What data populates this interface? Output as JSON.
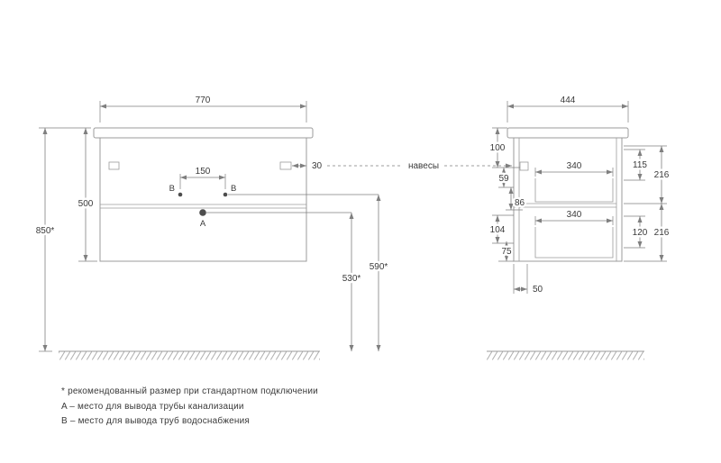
{
  "front_view": {
    "dim_width": "770",
    "dim_height": "500",
    "dim_total_height": "850*",
    "dim_faucet_spacing": "150",
    "dim_hanger_offset": "30",
    "dim_drain_height": "530*",
    "dim_supply_height": "590*",
    "point_a_label": "A",
    "point_b_left_label": "B",
    "point_b_right_label": "B"
  },
  "side_view": {
    "dim_depth": "444",
    "dim_top_to_hanger": "100",
    "dim_hanger_zone": "59",
    "dim_siphon_gap": "86",
    "dim_lower_back": "104",
    "dim_bottom_clearance": "75",
    "dim_back_offset": "50",
    "top_drawer": {
      "dim_width": "340",
      "dim_inner_height": "115",
      "dim_front_height": "216"
    },
    "bottom_drawer": {
      "dim_width": "340",
      "dim_inner_height": "120",
      "dim_front_height": "216"
    }
  },
  "annotations": {
    "hangers_label": "навесы"
  },
  "footnotes": {
    "recommended": "* рекомендованный размер при стандартном подключении",
    "point_a": "A – место для вывода трубы канализации",
    "point_b": "B – место для вывода труб водоснабжения"
  },
  "colors": {
    "outline": "#9b9b9b",
    "dimension": "#7f7f7f",
    "text": "#3a3a3a",
    "marker_point": "#4d4d4d",
    "hatch": "#b0b0b0"
  }
}
